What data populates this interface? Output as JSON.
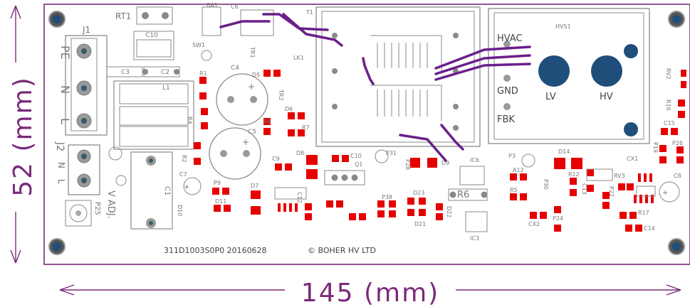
{
  "dimensions": {
    "height": "52 (mm)",
    "width": "145 (mm)"
  },
  "board": {
    "footer_text": "311D1003S0P0 20160628",
    "copyright": "© BOHER HV LTD"
  },
  "colors": {
    "outline": "#7a2a7a",
    "silk": "#8a8a8a",
    "pad": "#e60000",
    "trace": "#6b1f8a",
    "hole": "#1f4e7a"
  },
  "labels": {
    "j1": "J1",
    "pe": "PE",
    "n": "N",
    "l": "L",
    "j2": "J2",
    "j2_n": "N",
    "j2_l": "L",
    "rt1": "RT1",
    "c10_top": "C10",
    "c3": "C3",
    "c2": "C2",
    "l1": "L1",
    "sw1": "SW1",
    "ba1": "BA1",
    "c6": "C6",
    "t1": "T1",
    "tr1": "TR1",
    "lk1": "LK1",
    "r1": "R1",
    "c4": "C4",
    "d5": "D5",
    "tr2": "TR2",
    "d6": "D6",
    "r4": "R4",
    "r8": "R8",
    "r7": "R7",
    "c5": "C5",
    "c9": "C9",
    "d8": "D8",
    "c10": "C10",
    "q1": "Q1",
    "p31": "P31",
    "d9": "D9",
    "ic6": "IC6",
    "r2": "R2",
    "c7": "C7",
    "c1": "C1",
    "p9": "P9",
    "d7": "D7",
    "d11": "D11",
    "d10": "D10",
    "p25": "P25",
    "v_adj": "V ADJ.",
    "hvac": "HVAC",
    "gnd": "GND",
    "fbk": "FBK",
    "lv": "LV",
    "hv": "HV",
    "hvs1": "HVS1",
    "r6": "R6",
    "p3": "P3",
    "d14": "D14",
    "a12": "A12",
    "r5": "R5",
    "p30": "P30",
    "r12": "R12",
    "c12": "C12",
    "p28": "P28",
    "p38": "P38",
    "d23": "D23",
    "d21": "D21",
    "d22": "D22",
    "ic3": "IC3",
    "cx1": "CX1",
    "cx2": "CX2",
    "p24": "P24",
    "rv2": "RV2",
    "r16": "R16",
    "c15": "C15",
    "p26": "P26",
    "c8": "C8",
    "p19": "P19",
    "c14": "C14",
    "r17": "R17",
    "p22": "P22",
    "rv3": "RV3",
    "c13": "C13"
  }
}
